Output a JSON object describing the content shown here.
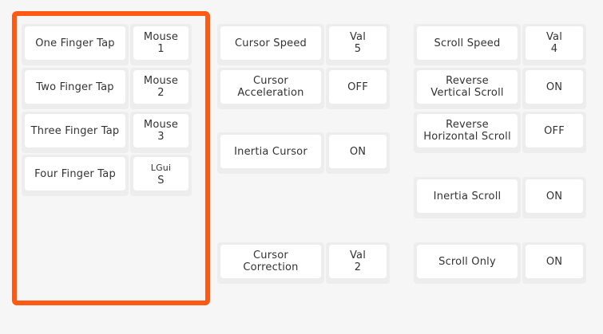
{
  "taps": [
    {
      "label": "One Finger Tap",
      "value": [
        "Mouse",
        "1"
      ]
    },
    {
      "label": "Two Finger Tap",
      "value": [
        "Mouse",
        "2"
      ]
    },
    {
      "label": "Three Finger Tap",
      "value": [
        "Mouse",
        "3"
      ]
    },
    {
      "label": "Four Finger Tap",
      "value": [
        "LGui",
        "S"
      ]
    }
  ],
  "cursor": {
    "speed": {
      "label": "Cursor Speed",
      "value": [
        "Val",
        "5"
      ]
    },
    "acceleration": {
      "label": [
        "Cursor",
        "Acceleration"
      ],
      "value": "OFF"
    },
    "inertia": {
      "label": "Inertia Cursor",
      "value": "ON"
    },
    "correction": {
      "label": [
        "Cursor",
        "Correction"
      ],
      "value": [
        "Val",
        "2"
      ]
    }
  },
  "scroll": {
    "speed": {
      "label": "Scroll Speed",
      "value": [
        "Val",
        "4"
      ]
    },
    "reverse_vertical": {
      "label": [
        "Reverse",
        "Vertical Scroll"
      ],
      "value": "ON"
    },
    "reverse_horizontal": {
      "label": [
        "Reverse",
        "Horizontal Scroll"
      ],
      "value": "OFF"
    },
    "inertia": {
      "label": "Inertia Scroll",
      "value": "ON"
    },
    "only": {
      "label": "Scroll Only",
      "value": "ON"
    }
  },
  "colors": {
    "highlight": "#ff5a14",
    "key_base": "#ededed",
    "key_top": "#ffffff",
    "background": "#f6f6f6"
  }
}
